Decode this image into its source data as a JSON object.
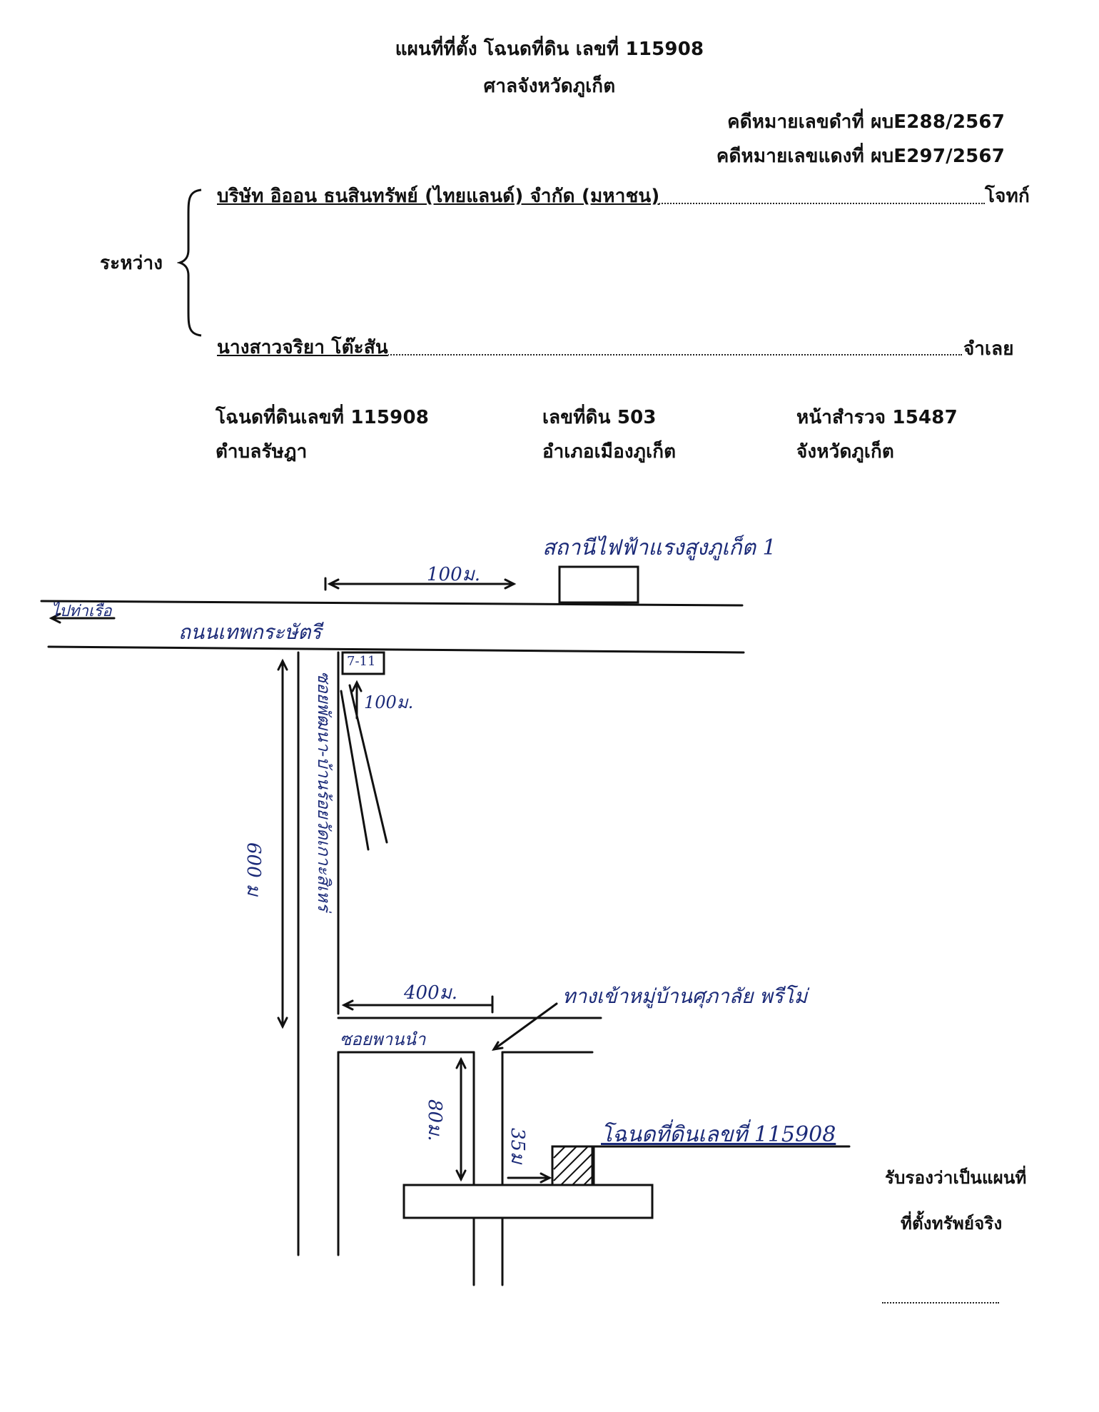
{
  "header": {
    "title": "แผนที่ที่ตั้ง โฉนดที่ดิน เลขที่ 115908",
    "court": "ศาลจังหวัดภูเก็ต",
    "black_case": "คดีหมายเลขดำที่ ผบE288/2567",
    "red_case": "คดีหมายเลขแดงที่ ผบE297/2567"
  },
  "parties": {
    "between_label": "ระหว่าง",
    "plaintiff_name": "บริษัท อิออน ธนสินทรัพย์ (ไทยแลนด์) จำกัด (มหาชน)",
    "plaintiff_role": "โจทก์",
    "defendant_name": "นางสาวจริยา โต๊ะสัน",
    "defendant_role": "จำเลย"
  },
  "land_info": {
    "deed_no": "โฉนดที่ดินเลขที่  115908",
    "land_no": "เลขที่ดิน 503",
    "survey_page": "หน้าสำรวจ 15487",
    "subdistrict": "ตำบลรัษฎา",
    "district": "อำเภอเมืองภูเก็ต",
    "province": "จังหวัดภูเก็ต"
  },
  "map": {
    "to_city_label": "ไปท่าเรือ",
    "main_road_label": "ถนนเทพกระษัตรี",
    "power_station_label": "สถานีไฟฟ้าแรงสูงภูเก็ต 1",
    "dist_power_station": "100ม.",
    "seven_eleven_label": "7-11",
    "dist_seven_eleven": "100ม.",
    "soi_label": "ซอยพัฒนา-บ้านร้อยวัดเกาะสิเหร่",
    "dist_soi_main": "600 ม",
    "dist_branch": "400ม.",
    "branch_soi_label": "ซอยพานนำ",
    "village_entrance_label": "ทางเข้าหมู่บ้านศุภาลัย พรีโม่",
    "dist_village": "80ม.",
    "dist_plot": "35ม",
    "plot_label": "โฉนดที่ดินเลขที่ 115908"
  },
  "certification": {
    "line1": "รับรองว่าเป็นแผนที่",
    "line2": "ที่ตั้งทรัพย์จริง"
  },
  "colors": {
    "ink": "#111111",
    "handwriting": "#1b2a78"
  }
}
